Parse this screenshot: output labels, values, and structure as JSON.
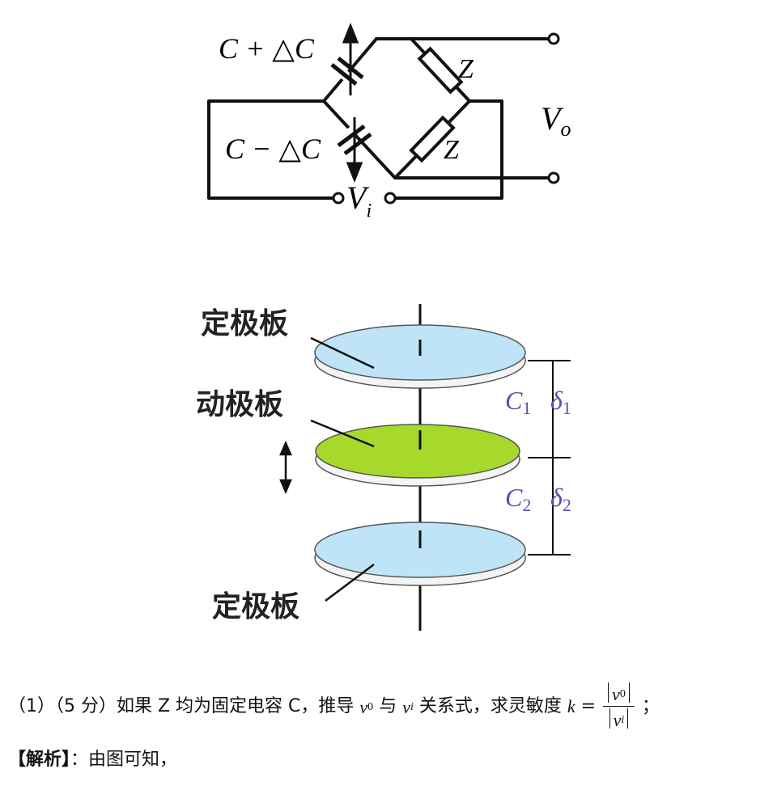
{
  "circuit": {
    "cap_top_label": "C + △C",
    "cap_bottom_label": "C − △C",
    "z_top_label": "Z",
    "z_bottom_label": "Z",
    "vo_label": "V",
    "vo_sub": "o",
    "vi_label": "V",
    "vi_sub": "i"
  },
  "plates": {
    "top_label": "定极板",
    "middle_label": "动极板",
    "bottom_label": "定极板",
    "c1_label": "C",
    "c1_sub": "1",
    "c2_label": "C",
    "c2_sub": "2",
    "d1_label": "δ",
    "d1_sub": "1",
    "d2_label": "δ",
    "d2_sub": "2",
    "fixed_color": "#bfe3f7",
    "moving_color": "#a6d92c",
    "label_color": "#5a4fb0"
  },
  "question": {
    "prefix": "（1）（5 分）如果 Z 均为固定电容 C，推导",
    "v0": "v",
    "v0_sub": "0",
    "mid1": "与",
    "vi": "v",
    "vi_sub": "i",
    "mid2": "关系式，求灵敏度",
    "k": "k",
    "eq": " = ",
    "suffix": "；"
  },
  "analysis": {
    "bracket": "【解析】",
    "text": "：由图可知，"
  }
}
